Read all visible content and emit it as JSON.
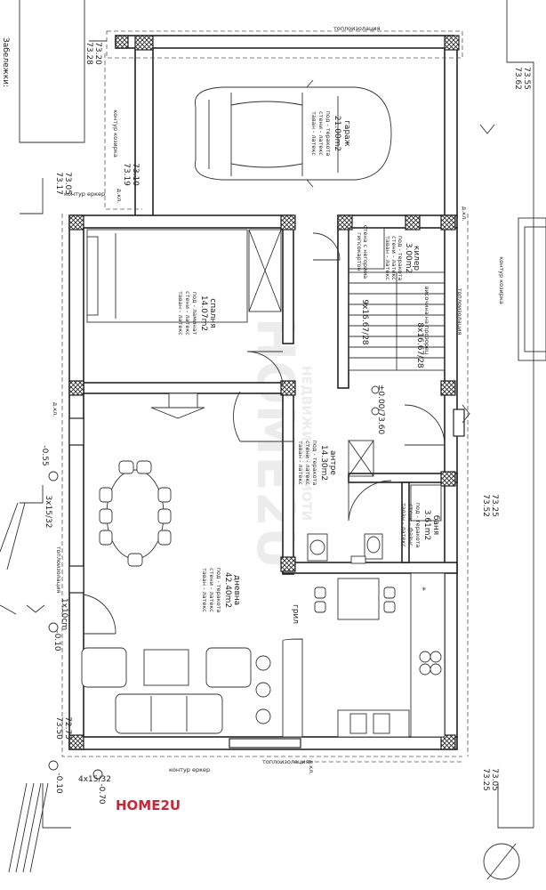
{
  "brand": "HOME2U",
  "watermark": {
    "title": "HOME2U",
    "subtitle": "НЕДВИЖИМИ ИМОТИ"
  },
  "notes": {
    "heading": "Забележки:"
  },
  "rooms": {
    "garage": {
      "name": "гараж",
      "area": "21.00m2",
      "l1": "под - теракота",
      "l2": "стени - латекс",
      "l3": "таван - латекс"
    },
    "bedroom": {
      "name": "спалня",
      "area": "14.07m2",
      "l1": "под - ламинат",
      "l2": "стени - латекс",
      "l3": "таван - латекс"
    },
    "storage": {
      "name": "килер",
      "area": "3.00m2",
      "l1": "под - теракота",
      "l2": "стени - латекс",
      "l3": "таван - латекс"
    },
    "hall": {
      "name": "антре",
      "area": "14.30m2",
      "l1": "под - теракота",
      "l2": "стени - латекс",
      "l3": "таван - латекс"
    },
    "bath": {
      "name": "баня",
      "area": "3.61m2",
      "l1": "под - теракота",
      "l2": "стени - фаянс",
      "l3": "таван - латекс"
    },
    "living": {
      "name": "дневна",
      "area": "42.40m2",
      "l1": "под - теракота",
      "l2": "стени - латекс",
      "l3": "таван - латекс"
    }
  },
  "labels": {
    "insulation": "топлоизолация",
    "bay_contour": "контур еркер",
    "upper_contour": "контур козирка",
    "dkl": "д.кл.",
    "fireproof_wall": "стена с негорима",
    "fireproof_wall2": "гипсокартон",
    "stair1": "9x16.67/28",
    "stair2": "8x16.67/28",
    "stair_note": "височина на прозорец",
    "grill": "грил",
    "zero": "±0.00/73.60",
    "win1": "3x15/32",
    "win2": "1x10cm",
    "win3": "4x15/32"
  },
  "levels": {
    "l1": "73.28",
    "l2": "73.20",
    "l3": "73.62",
    "l4": "73.55",
    "l5": "73.19",
    "l6": "73.10",
    "l7": "73.17",
    "l8": "73.05",
    "l9": "-0.55",
    "l10": "-0.10",
    "l11": "73.50",
    "l12": "72.75",
    "l13": "73.52",
    "l14": "73.25",
    "l15": "73.25",
    "l16": "73.05",
    "l17": "-0.10",
    "l18": "-0.70"
  }
}
